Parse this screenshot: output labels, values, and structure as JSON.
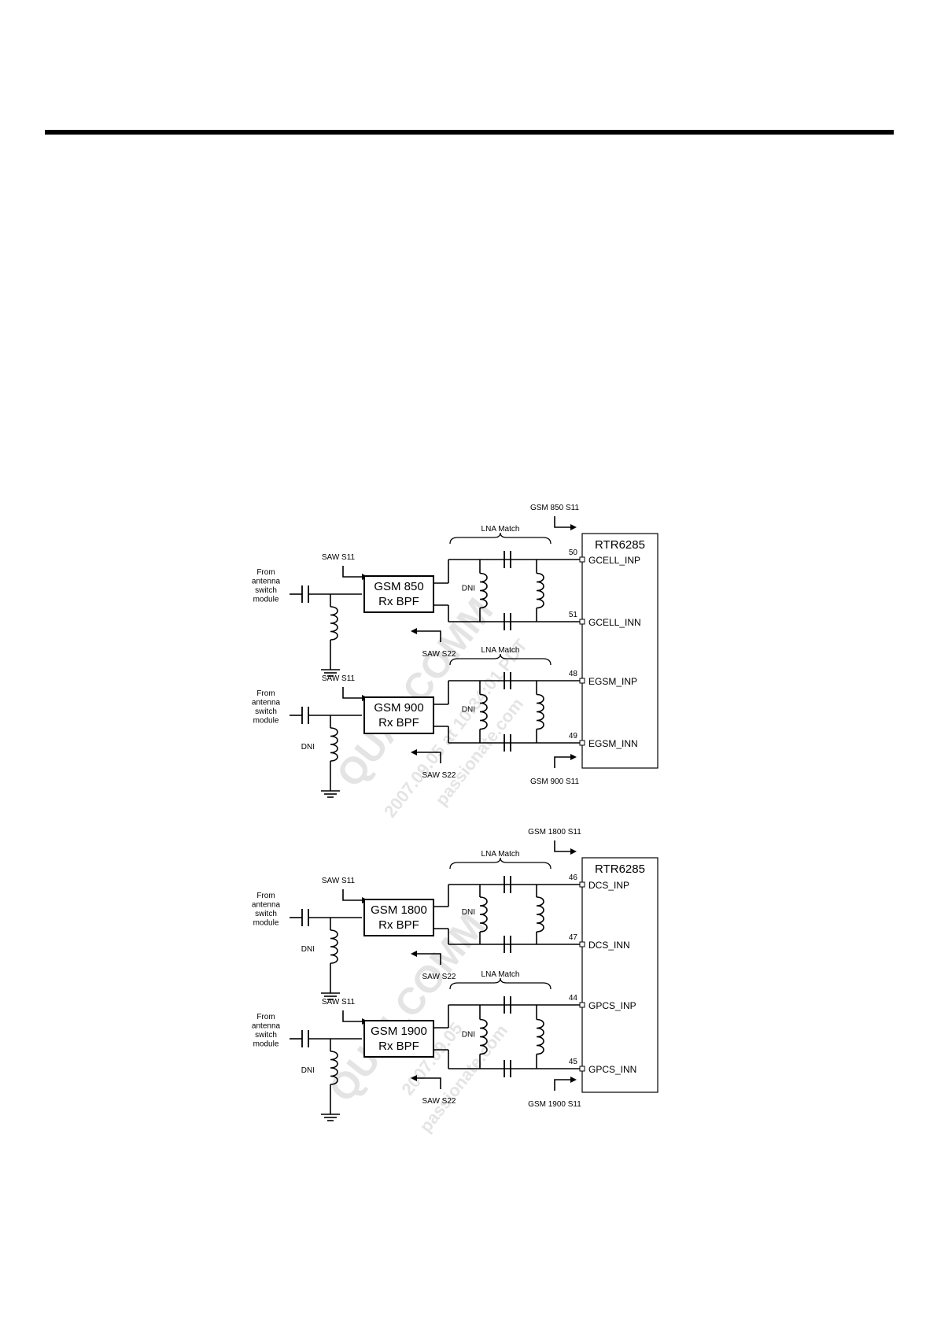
{
  "diagram_1": {
    "chip_label": "RTR6285",
    "lna_label": "LNA Match",
    "channels": [
      {
        "filter_line1": "GSM 850",
        "filter_line2": "Rx BPF",
        "source_lines": [
          "From",
          "antenna",
          "switch",
          "module"
        ],
        "saw_s11": "SAW S11",
        "saw_s22": "SAW S22",
        "shunt_dni": "",
        "match_dni": "DNI",
        "pin_p": "50",
        "pin_p_name": "GCELL_INP",
        "pin_n": "51",
        "pin_n_name": "GCELL_INN"
      },
      {
        "filter_line1": "GSM 900",
        "filter_line2": "Rx BPF",
        "source_lines": [
          "From",
          "antenna",
          "switch",
          "module"
        ],
        "saw_s11": "SAW S11",
        "saw_s22": "SAW S22",
        "shunt_dni": "DNI",
        "match_dni": "DNI",
        "pin_p": "48",
        "pin_p_name": "EGSM_INP",
        "pin_n": "49",
        "pin_n_name": "EGSM_INN"
      }
    ],
    "s11_top": "GSM 850 S11",
    "s11_bottom": "GSM 900 S11"
  },
  "diagram_2": {
    "chip_label": "RTR6285",
    "lna_label": "LNA Match",
    "channels": [
      {
        "filter_line1": "GSM 1800",
        "filter_line2": "Rx BPF",
        "source_lines": [
          "From",
          "antenna",
          "switch",
          "module"
        ],
        "saw_s11": "SAW S11",
        "saw_s22": "SAW S22",
        "shunt_dni": "DNI",
        "match_dni": "DNI",
        "pin_p": "46",
        "pin_p_name": "DCS_INP",
        "pin_n": "47",
        "pin_n_name": "DCS_INN"
      },
      {
        "filter_line1": "GSM 1900",
        "filter_line2": "Rx BPF",
        "source_lines": [
          "From",
          "antenna",
          "switch",
          "module"
        ],
        "saw_s11": "SAW S11",
        "saw_s22": "SAW S22",
        "shunt_dni": "DNI",
        "match_dni": "DNI",
        "pin_p": "44",
        "pin_p_name": "GPCS_INP",
        "pin_n": "45",
        "pin_n_name": "GPCS_INN"
      }
    ],
    "s11_top": "GSM 1800 S11",
    "s11_bottom": "GSM 1900 S11"
  },
  "watermark": {
    "brand": "QUALCOMM",
    "date_line_1": "2007.09.05 at 10:34:01 PDT",
    "domain_line_1": "passionate.com",
    "date_line_2": "2007.09.05",
    "domain_line_2": "passionate.com"
  }
}
